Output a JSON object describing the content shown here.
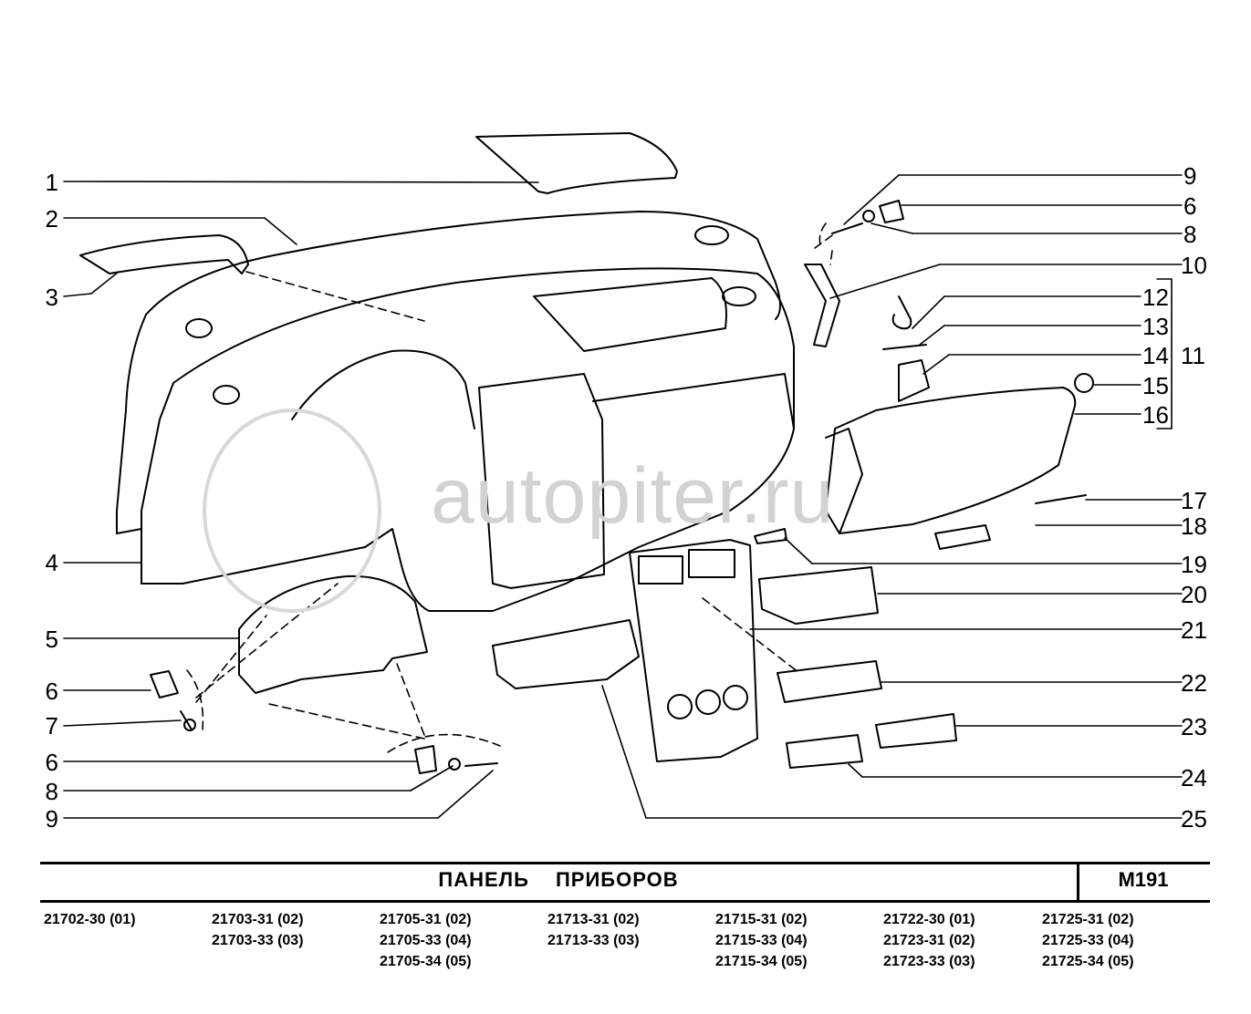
{
  "watermark": "autopiter.ru",
  "callouts_left": [
    {
      "id": "c1",
      "label": "1"
    },
    {
      "id": "c2",
      "label": "2"
    },
    {
      "id": "c3",
      "label": "3"
    },
    {
      "id": "c4",
      "label": "4"
    },
    {
      "id": "c5",
      "label": "5"
    },
    {
      "id": "c6a",
      "label": "6"
    },
    {
      "id": "c7",
      "label": "7"
    },
    {
      "id": "c6b",
      "label": "6"
    },
    {
      "id": "c8b",
      "label": "8"
    },
    {
      "id": "c9b",
      "label": "9"
    }
  ],
  "callouts_right": [
    {
      "id": "r9",
      "label": "9"
    },
    {
      "id": "r6",
      "label": "6"
    },
    {
      "id": "r8",
      "label": "8"
    },
    {
      "id": "r10",
      "label": "10"
    },
    {
      "id": "r12",
      "label": "12"
    },
    {
      "id": "r13",
      "label": "13"
    },
    {
      "id": "r11",
      "label": "11"
    },
    {
      "id": "r14",
      "label": "14"
    },
    {
      "id": "r15",
      "label": "15"
    },
    {
      "id": "r16",
      "label": "16"
    },
    {
      "id": "r17",
      "label": "17"
    },
    {
      "id": "r18",
      "label": "18"
    },
    {
      "id": "r19",
      "label": "19"
    },
    {
      "id": "r20",
      "label": "20"
    },
    {
      "id": "r21",
      "label": "21"
    },
    {
      "id": "r22",
      "label": "22"
    },
    {
      "id": "r23",
      "label": "23"
    },
    {
      "id": "r24",
      "label": "24"
    },
    {
      "id": "r25",
      "label": "25"
    }
  ],
  "title": "ПАНЕЛЬ ПРИБОРОВ",
  "code": "M191",
  "models": [
    [
      "21702-30 (01)"
    ],
    [
      "21703-31 (02)",
      "21703-33 (03)"
    ],
    [
      "21705-31 (02)",
      "21705-33 (04)",
      "21705-34 (05)"
    ],
    [
      "21713-31 (02)",
      "21713-33 (03)"
    ],
    [
      "21715-31 (02)",
      "21715-33 (04)",
      "21715-34 (05)"
    ],
    [
      "21722-30 (01)",
      "21723-31 (02)",
      "21723-33 (03)"
    ],
    [
      "21725-31 (02)",
      "21725-33 (04)",
      "21725-34 (05)"
    ]
  ]
}
